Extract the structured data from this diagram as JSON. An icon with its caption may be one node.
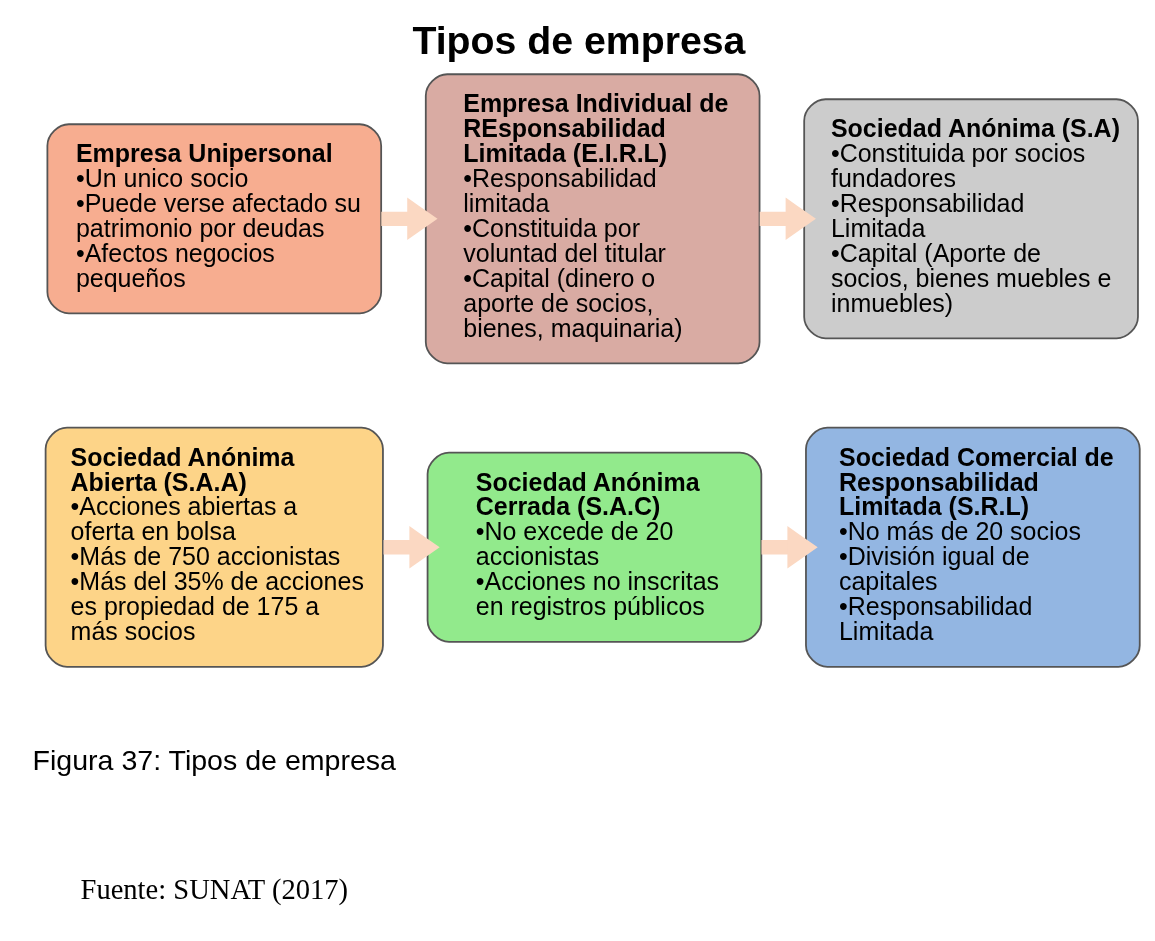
{
  "diagram": {
    "title": "Tipos de empresa",
    "nodes": [
      {
        "text": [
          "Empresa Unipersonal",
          "•Un unico socio",
          "•Puede verse afectado su patrimonio por deudas",
          "•Afectos negocios pequeños"
        ]
      },
      {
        "text": [
          "Empresa Individual de REsponsabilidad Limitada (E.I.R.L)",
          "•Responsabilidad limitada",
          "•Constituida por voluntad del titular",
          "•Capital (dinero o aporte de socios, bienes, maquinaria)"
        ]
      },
      {
        "text": [
          "Sociedad Anónima (S.A)",
          "•Constituida por socios fundadores",
          "•Responsabilidad Limitada",
          "•Capital (Aporte de socios, bienes muebles e inmuebles)"
        ]
      },
      {
        "text": [
          "Sociedad Anónima Abierta (S.A.A)",
          "•Acciones abiertas a oferta en bolsa",
          "•Más de 750 accionistas",
          "•Más del 35% de acciones es propiedad de 175 a más socios"
        ]
      },
      {
        "text": [
          "Sociedad Anónima Cerrada (S.A.C)",
          "•No excede de 20 accionistas",
          "•Acciones no inscritas en registros públicos"
        ]
      },
      {
        "text": [
          "Sociedad Comercial de Responsabilidad Limitada (S.R.L)",
          "•No más de 20 socios",
          "•División igual de capitales",
          "•Responsabilidad Limitada"
        ]
      }
    ],
    "edges": [
      {
        "from": 0,
        "to": 1,
        "arrow": "to"
      },
      {
        "from": 1,
        "to": 2,
        "arrow": "to"
      },
      {
        "from": 3,
        "to": 4,
        "arrow": "to"
      },
      {
        "from": 4,
        "to": 5,
        "arrow": "to"
      }
    ],
    "labels": [
      "Figura 37: Tipos de empresa",
      "Fuente: SUNAT (2017)"
    ]
  }
}
